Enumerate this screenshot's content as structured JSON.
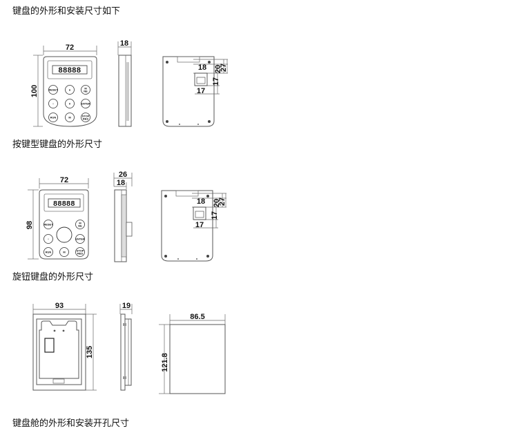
{
  "headings": {
    "keypad_install": "键盘的外形和安装尺寸如下",
    "button_keypad": "按键型键盘的外形尺寸",
    "knob_keypad": "旋钮键盘的外形尺寸",
    "bracket": "键盘舱的外形和安装开孔尺寸"
  },
  "button_keypad": {
    "width": "72",
    "height": "100",
    "depth": "18",
    "dims": [
      "18",
      "20",
      "27",
      "17",
      "17"
    ],
    "display": "88888",
    "keys": [
      "RESET",
      "∧",
      "M\nNE",
      "○",
      "∨",
      "ENTER",
      "RUN",
      "M",
      "STOP\nRES"
    ]
  },
  "knob_keypad": {
    "width": "72",
    "height": "98",
    "depth_total": "26",
    "depth": "18",
    "dims": [
      "18",
      "20",
      "27",
      "17",
      "17"
    ],
    "display": "88888",
    "keys": [
      "RESET",
      "M\nNE",
      "○",
      "ENTER",
      "RUN",
      "M",
      "STOP\nRES"
    ]
  },
  "bracket": {
    "width": "93",
    "height": "135",
    "depth": "19",
    "cutout_width": "86.5",
    "cutout_height": "121.8"
  }
}
